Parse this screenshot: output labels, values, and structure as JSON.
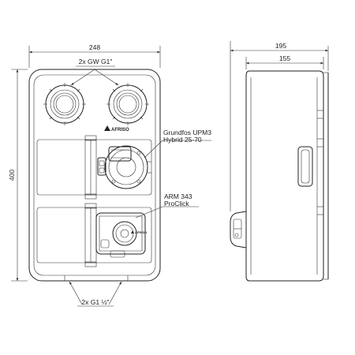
{
  "dimensions": {
    "front_width": "248",
    "front_height": "400",
    "side_depth_total": "195",
    "side_depth_body": "155"
  },
  "labels": {
    "top_connections": "2x GW G1\"",
    "bottom_connections": "2x G1 ½\"",
    "pump": "Grundfos UPM3 Hybrid 25-70",
    "pump_line1": "Grundfos UPM3",
    "pump_line2": "Hybrid 25-70",
    "actuator_line1": "ARM 343",
    "actuator_line2": "ProClick",
    "brand": "AFRISO"
  },
  "icons": {
    "brand_logo": "afriso-triangle-icon"
  }
}
